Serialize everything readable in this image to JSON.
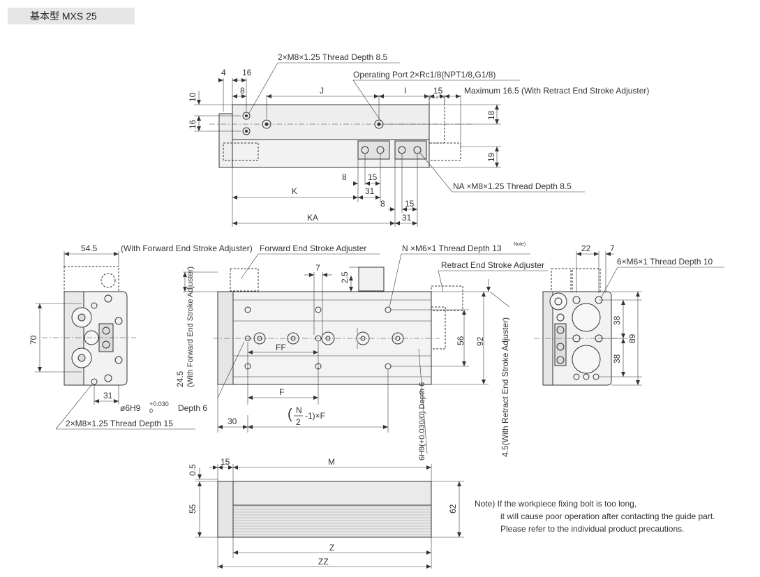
{
  "header": {
    "title": "基本型 MXS 25"
  },
  "top_view": {
    "callouts": {
      "thread_top": "2×M8×1.25 Thread Depth 8.5",
      "operating_port": "Operating Port 2×Rc1/8(NPT1/8,G1/8)",
      "maximum": "Maximum 16.5 (With Retract End Stroke Adjuster)",
      "na_thread": "NA ×M8×1.25  Thread Depth 8.5"
    },
    "dims": {
      "d4": "4",
      "d16a": "16",
      "d8a": "8",
      "J": "J",
      "I": "I",
      "d15a": "15",
      "d10": "10",
      "d16b": "16",
      "d18": "18",
      "d19": "19",
      "d8b": "8",
      "d15b": "15",
      "K": "K",
      "d31a": "31",
      "d8c": "8",
      "d15c": "15",
      "KA": "KA",
      "d31b": "31"
    }
  },
  "front_view": {
    "callouts": {
      "forward_adjuster_note": "(With Forward End Stroke Adjuster)",
      "forward_adjuster": "Forward End Stroke Adjuster",
      "n_thread": "N ×M6×1 Thread Depth 13",
      "note_mark": "Note)",
      "retract_adjuster": "Retract End Stroke Adjuster",
      "hole_pre": "ø6H9",
      "hole_tol_top": "+0.030",
      "hole_tol_bot": "0",
      "hole_post": "Depth 6",
      "thread_side": "2×M8×1.25  Thread Depth 15",
      "v_hole": "6H9(+0.030/0) Depth 6",
      "v_forward": "(With Forward End Stroke Adjuster)",
      "v_retract": "4.5(With Retract End Stroke Adjuster)",
      "formula_n": "N",
      "formula_d": "2",
      "formula_tail": "-1)×F",
      "formula_open": "("
    },
    "dims": {
      "d545": "54.5",
      "d70": "70",
      "d31": "31",
      "d7": "7",
      "d25": "2.5",
      "FF": "FF",
      "d56": "56",
      "d92": "92",
      "F": "F",
      "d245": "24.5",
      "d30": "30"
    }
  },
  "side_view": {
    "callouts": {
      "thread": "6×M6×1 Thread Depth 10"
    },
    "dims": {
      "d22": "22",
      "d7": "7",
      "d38a": "38",
      "d38b": "38",
      "d89": "89"
    }
  },
  "bottom_view": {
    "dims": {
      "d05": "0.5",
      "d15": "15",
      "M": "M",
      "d55": "55",
      "d62": "62",
      "Z": "Z",
      "ZZ": "ZZ"
    }
  },
  "note": {
    "line1": "Note) If the workpiece fixing bolt is too long,",
    "line2": "it will cause poor operation after contacting the guide part.",
    "line3": "Please refer to the individual product precautions."
  }
}
